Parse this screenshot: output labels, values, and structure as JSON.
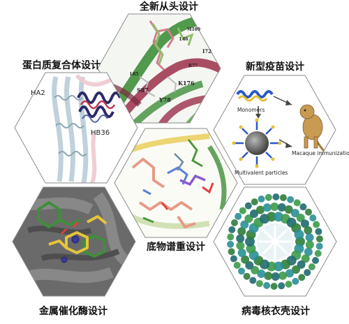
{
  "panels": {
    "de_novo": {
      "title": "全新从头设计",
      "residues": [
        "K176",
        "Y78",
        "S87",
        "I72",
        "L85",
        "L46",
        "M109",
        "R77"
      ]
    },
    "complex": {
      "title": "蛋白质复合体设计",
      "labels": [
        "HA2",
        "HB36"
      ]
    },
    "vaccine": {
      "title": "新型疫苗设计",
      "labels": [
        "Monomers",
        "Multivalent particles",
        "Macaque immunization"
      ]
    },
    "substrate": {
      "title": "底物谱重设计"
    },
    "metal": {
      "title": "金属催化酶设计"
    },
    "capsid": {
      "title": "病毒核衣壳设计"
    }
  },
  "colors": {
    "hex_outline": "#8a8a8a",
    "green_ribbon": "#3f8f3a",
    "maroon_ribbon": "#9b2f4a",
    "salmon_stick": "#e89a86",
    "yellow_stick": "#e6c53a",
    "capsid_green": "#2f7d3a",
    "capsid_teal": "#2a8f98"
  }
}
